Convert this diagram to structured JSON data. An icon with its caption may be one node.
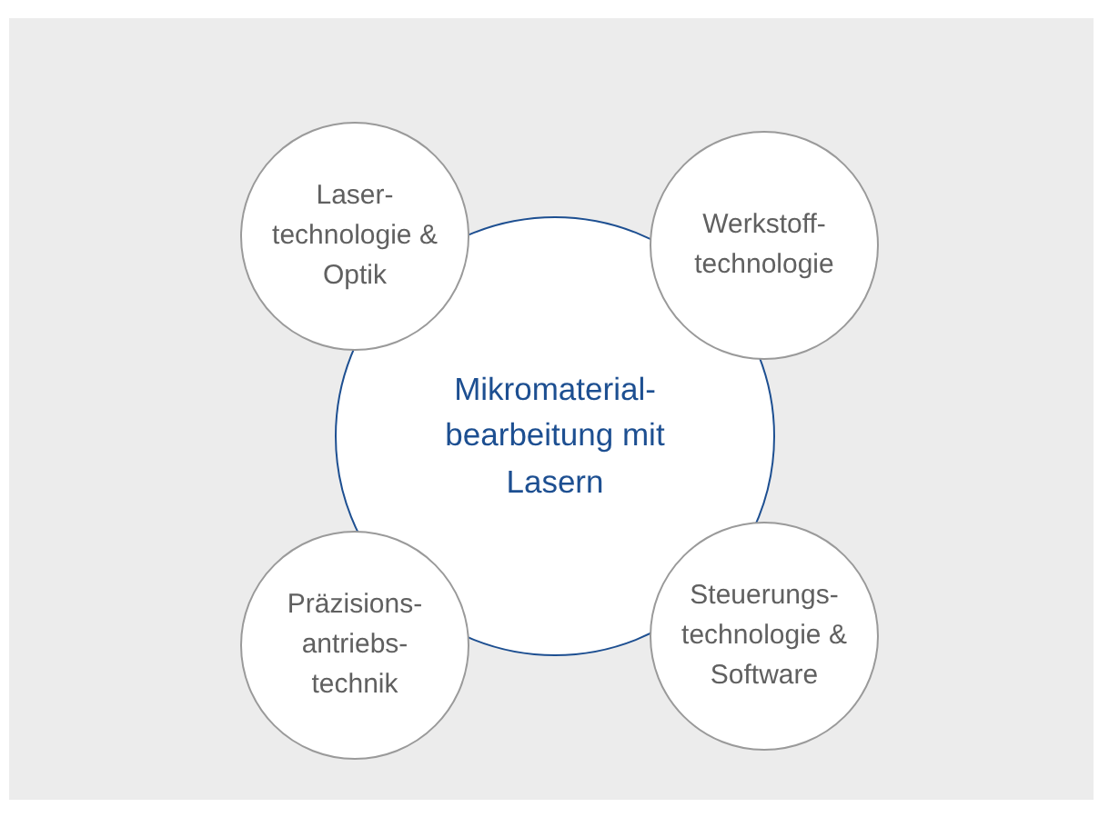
{
  "diagram": {
    "nodes": [
      {
        "text": [
          "Laser- technologie & Optik"
        ]
      },
      {
        "text": [
          "Werkstoff- technologie"
        ]
      },
      {
        "text": [
          "Mikromaterial- bearbeitung mit Lasern"
        ]
      },
      {
        "text": [
          "Präzisions- antriebs- technik"
        ]
      },
      {
        "text": [
          "Steuerungs- technologie & Software"
        ]
      }
    ]
  }
}
